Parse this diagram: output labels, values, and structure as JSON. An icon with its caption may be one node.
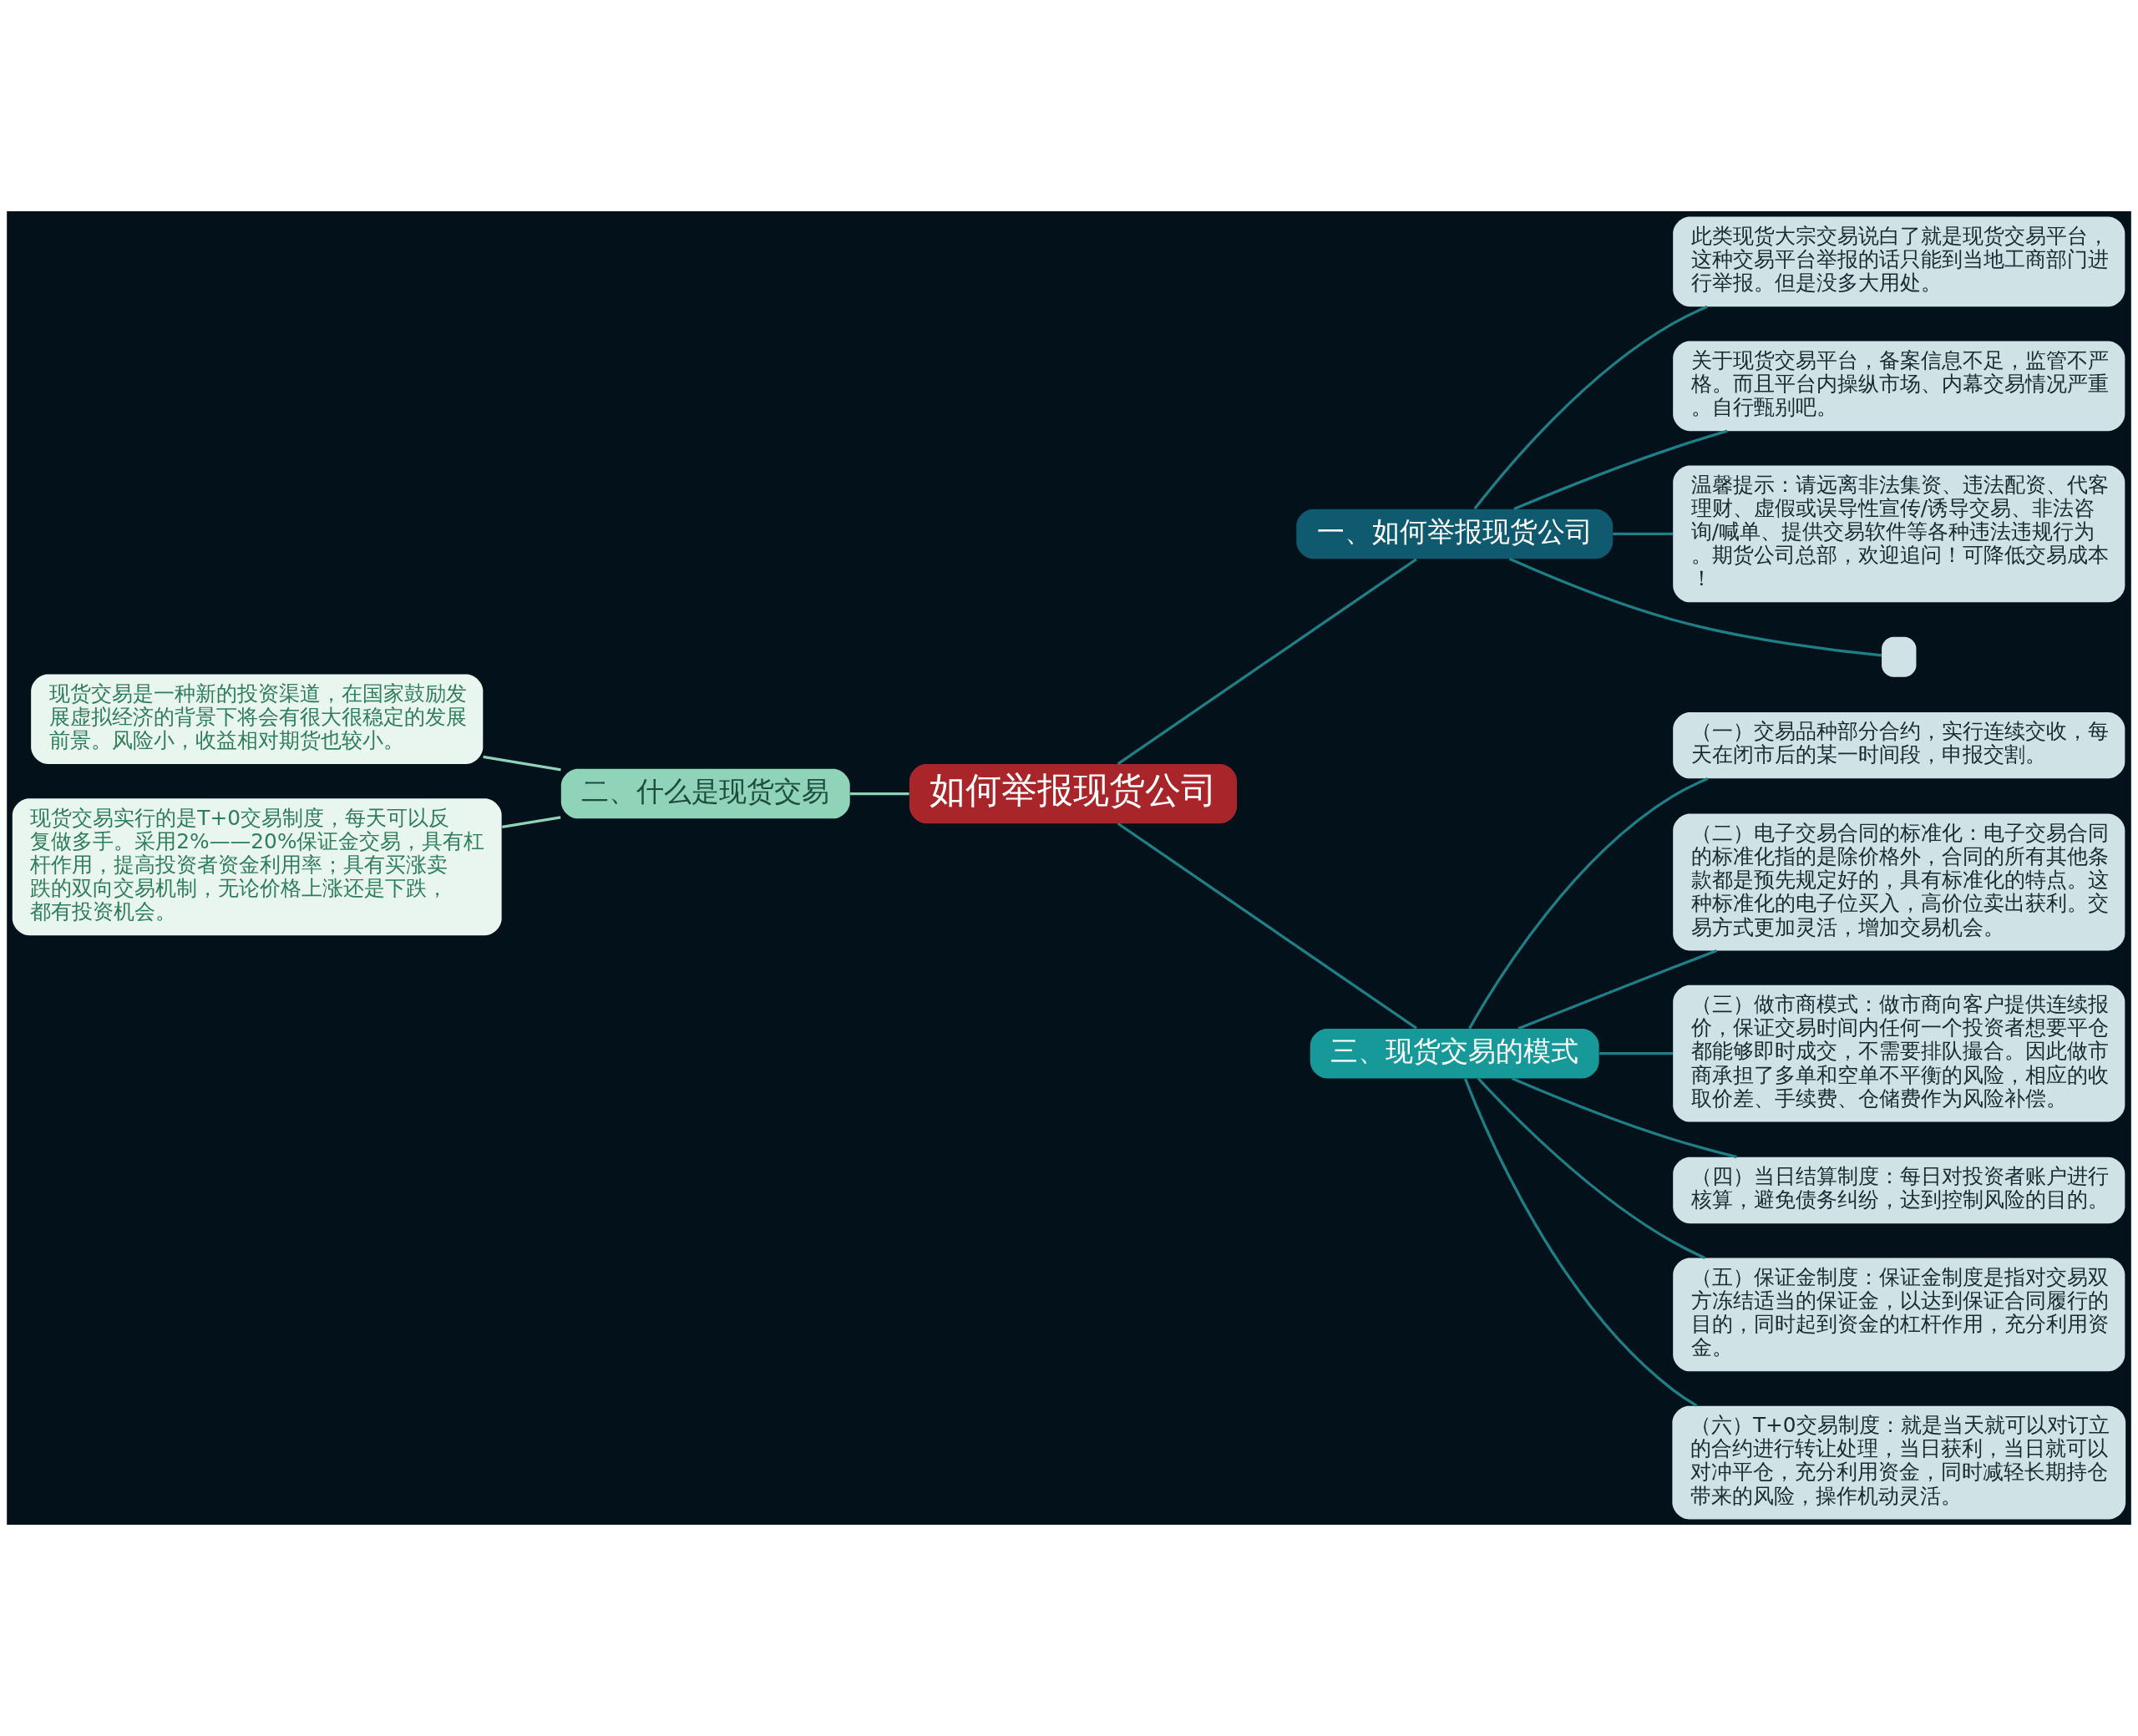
{
  "diagram": {
    "nodes": [
      {
        "text": [
          "如何举报现货公司"
        ]
      },
      {
        "text": [
          "一、如何举报现货公司"
        ]
      },
      {
        "text": [
          "此类现货大宗交易说白了就是现货交易平台，这种交易平台举报的话只能到当地工商部门进行举报。但是没多大用处。"
        ]
      },
      {
        "text": [
          "关于现货交易平台，备案信息不足，监管不严格。而且平台内操纵市场、内幕交易情况严重。自行甄别吧。"
        ]
      },
      {
        "text": [
          "温馨提示：请远离非法集资、违法配资、代客理财、虚假或误导性宣传/诱导交易、非法咨询/喊单、提供交易软件等各种违法违规行为。期货公司总部，欢迎追问！可降低交易成本！"
        ]
      },
      {
        "text": [],
        "shape": "box"
      },
      {
        "text": [
          "二、什么是现货交易"
        ]
      },
      {
        "text": [
          "现货交易是一种新的投资渠道，在国家鼓励发展虚拟经济的背景下将会有很大很稳定的发展前景。风险小，收益相对期货也较小。"
        ]
      },
      {
        "text": [
          "现货交易实行的是T+0交易制度，每天可以反复做多手。采用2%——20%保证金交易，具有杠杆作用，提高投资者资金利用率；具有买涨卖跌的双向交易机制，无论价格上涨还是下跌，都有投资机会。"
        ]
      },
      {
        "text": [
          "三、现货交易的模式"
        ]
      },
      {
        "text": [
          "（一）交易品种部分合约，实行连续交收，每天在闭市后的某一时间段，申报交割。"
        ]
      },
      {
        "text": [
          "（二）电子交易合同的标准化：电子交易合同的标准化指的是除价格外，合同的所有其他条款都是预先规定好的，具有标准化的特点。这种标准化的电子位买入，高价位卖出获利。交易方式更加灵活，增加交易机会。"
        ]
      },
      {
        "text": [
          "（三）做市商模式：做市商向客户提供连续报价，保证交易时间内任何一个投资者想要平仓都能够即时成交，不需要排队撮合。因此做市商承担了多单和空单不平衡的风险，相应的收取价差、手续费、仓储费作为风险补偿。"
        ]
      },
      {
        "text": [
          "（四）当日结算制度：每日对投资者账户进行核算，避免债务纠纷，达到控制风险的目的。"
        ]
      },
      {
        "text": [
          "（五）保证金制度：保证金制度是指对交易双方冻结适当的保证金，以达到保证合同履行的目的，同时起到资金的杠杆作用，充分利用资金。"
        ]
      },
      {
        "text": [
          "（六）T+0交易制度：就是当天就可以对订立的合约进行转让处理，当日获利，当日就可以对冲平仓，充分利用资金，同时减轻长期持仓带来的风险，操作机动灵活。"
        ]
      }
    ],
    "edges": [
      {
        "from": 0,
        "to": 1,
        "arrow": "none"
      },
      {
        "from": 1,
        "to": 2,
        "arrow": "none"
      },
      {
        "from": 1,
        "to": 3,
        "arrow": "none"
      },
      {
        "from": 1,
        "to": 4,
        "arrow": "none"
      },
      {
        "from": 1,
        "to": 5,
        "arrow": "none"
      },
      {
        "from": 0,
        "to": 6,
        "arrow": "none",
        "color": "#8fd3b8"
      },
      {
        "from": 6,
        "to": 7,
        "arrow": "none",
        "color": "#8fd3b8"
      },
      {
        "from": 6,
        "to": 8,
        "arrow": "none",
        "color": "#8fd3b8"
      },
      {
        "from": 0,
        "to": 9,
        "arrow": "none"
      },
      {
        "from": 9,
        "to": 10,
        "arrow": "none"
      },
      {
        "from": 9,
        "to": 11,
        "arrow": "none"
      },
      {
        "from": 9,
        "to": 12,
        "arrow": "none"
      },
      {
        "from": 9,
        "to": 13,
        "arrow": "none"
      },
      {
        "from": 9,
        "to": 14,
        "arrow": "none"
      },
      {
        "from": 9,
        "to": 15,
        "arrow": "none"
      }
    ]
  }
}
